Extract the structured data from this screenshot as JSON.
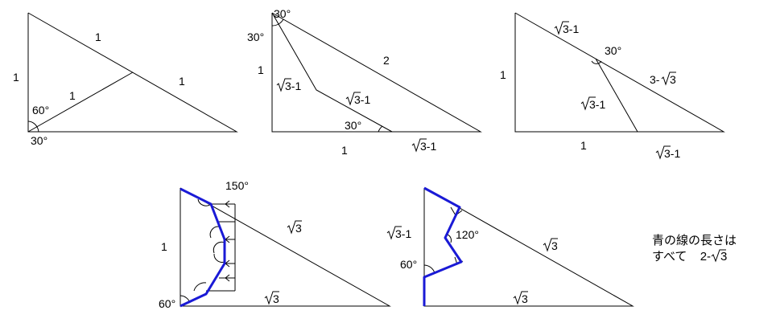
{
  "labels": {
    "one": "1",
    "two": "2",
    "a30": "30°",
    "a60": "60°",
    "a120": "120°",
    "a150": "150°",
    "sqrt3": "3",
    "sqrt3m1": "3-1",
    "three_minus_sqrt3": "3-",
    "three_minus_sqrt3_tail": "3"
  },
  "note": {
    "line1": "青の線の長さは",
    "line2": "すべて",
    "line2_value": "2-",
    "line2_value_tail": "3"
  },
  "colors": {
    "blue_path": "#1a1ad6",
    "lines": "#000000"
  }
}
